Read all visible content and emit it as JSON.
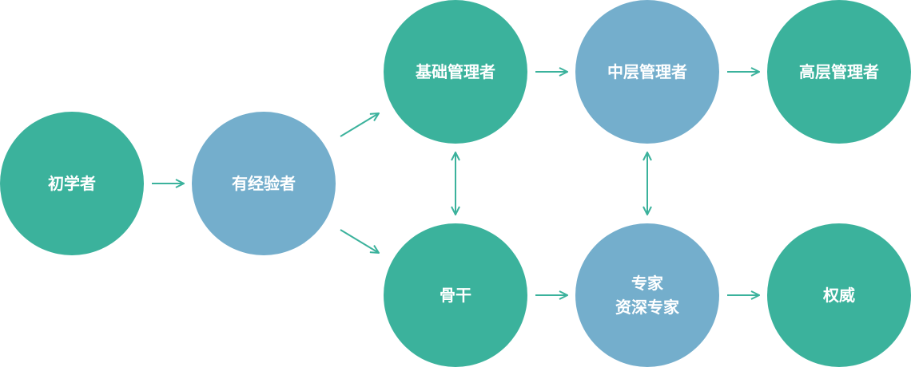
{
  "colors": {
    "green": "#3bb29c",
    "blue": "#74aecc",
    "arrow": "#3bb29c",
    "text": "#ffffff"
  },
  "nodes": {
    "beginner": "初学者",
    "experienced": "有经验者",
    "basic_manager": "基础管理者",
    "middle_manager": "中层管理者",
    "senior_manager": "高层管理者",
    "backbone": "骨干",
    "expert_line1": "专家",
    "expert_line2": "资深专家",
    "authority": "权威"
  }
}
